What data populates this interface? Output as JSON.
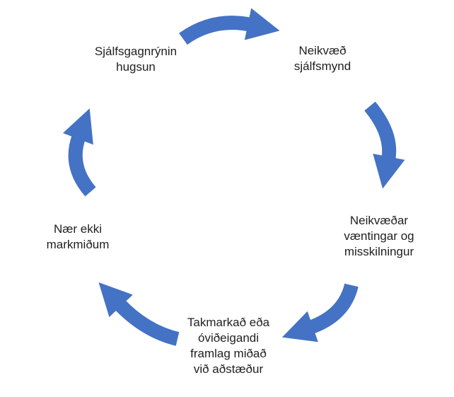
{
  "diagram": {
    "type": "cycle",
    "direction": "clockwise",
    "background_color": "#ffffff",
    "arrow_color": "#4472C4",
    "text_color": "#1f1f1f",
    "nodes": [
      {
        "id": "sjalfsgagnrynin-hugsun",
        "label": "Sjálfsgagnrýnin\nhugsun"
      },
      {
        "id": "neikvaed-sjalfsmynd",
        "label": "Neikvæð\nsjálfsmynd"
      },
      {
        "id": "neikvaedar-vaentingar-og-misskilningur",
        "label": "Neikvæðar\nvæntingar og\nmisskilningur"
      },
      {
        "id": "takmarkad-eda-ovideigandi-framlag",
        "label": "Takmarkað eða\nóviðeigandi\nframlag miðað\nvið aðstæður"
      },
      {
        "id": "naer-ekki-markmidum",
        "label": "Nær ekki\nmarkmiðum"
      }
    ],
    "edges": [
      {
        "from": "sjalfsgagnrynin-hugsun",
        "to": "neikvaed-sjalfsmynd"
      },
      {
        "from": "neikvaed-sjalfsmynd",
        "to": "neikvaedar-vaentingar-og-misskilningur"
      },
      {
        "from": "neikvaedar-vaentingar-og-misskilningur",
        "to": "takmarkad-eda-ovideigandi-framlag"
      },
      {
        "from": "takmarkad-eda-ovideigandi-framlag",
        "to": "naer-ekki-markmidum"
      },
      {
        "from": "naer-ekki-markmidum",
        "to": "sjalfsgagnrynin-hugsun"
      }
    ]
  }
}
